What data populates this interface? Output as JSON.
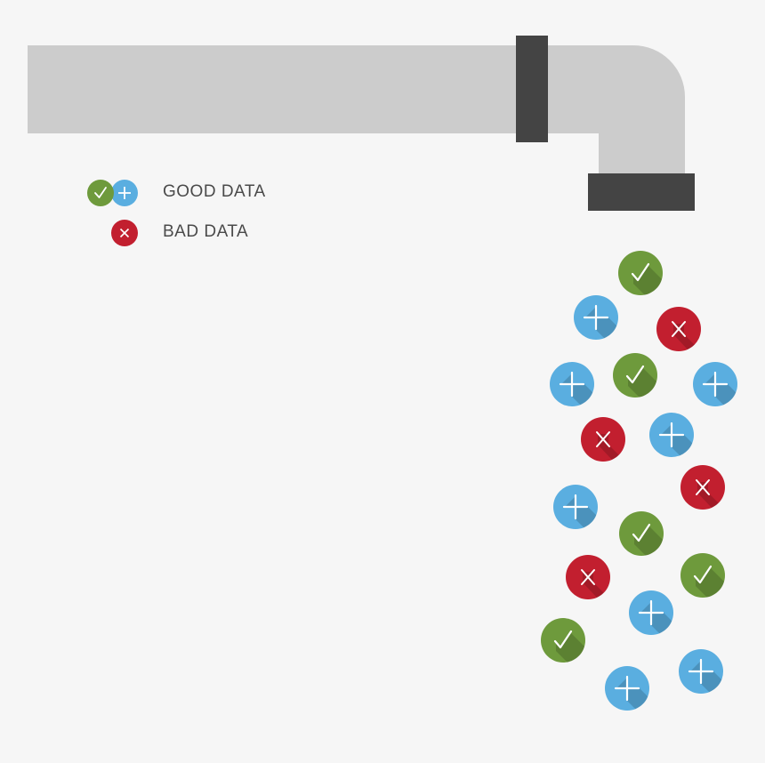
{
  "legend": {
    "good_label": "GOOD DATA",
    "bad_label": "BAD DATA",
    "good_icons": [
      "check-icon",
      "plus-icon"
    ],
    "bad_icons": [
      "x-icon"
    ]
  },
  "colors": {
    "background": "#f6f6f6",
    "pipe": "#cccccc",
    "pipe_band": "#444444",
    "good_check": "#6e9a3c",
    "good_plus": "#5aaee0",
    "bad_x": "#c21f2f",
    "legend_text": "#4a4a4a"
  },
  "stream": {
    "items": [
      {
        "kind": "check"
      },
      {
        "kind": "plus"
      },
      {
        "kind": "x"
      },
      {
        "kind": "plus"
      },
      {
        "kind": "check"
      },
      {
        "kind": "plus"
      },
      {
        "kind": "x"
      },
      {
        "kind": "plus"
      },
      {
        "kind": "x"
      },
      {
        "kind": "plus"
      },
      {
        "kind": "check"
      },
      {
        "kind": "x"
      },
      {
        "kind": "check"
      },
      {
        "kind": "plus"
      },
      {
        "kind": "check"
      },
      {
        "kind": "plus"
      },
      {
        "kind": "plus"
      }
    ]
  }
}
